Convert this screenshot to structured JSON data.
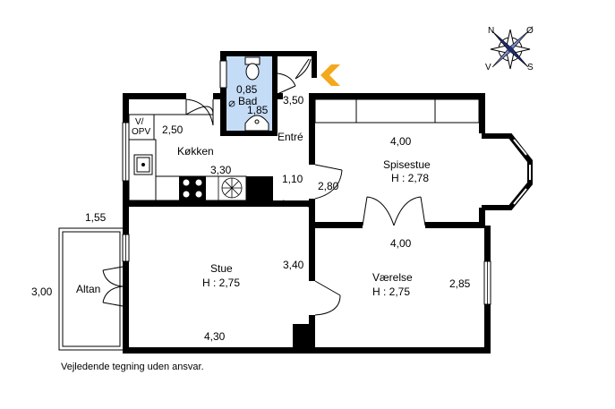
{
  "rooms": {
    "bad": {
      "name": "Bad",
      "w": "0,85",
      "h": "1,85"
    },
    "entre": {
      "name": "Entré",
      "dim": "3,50"
    },
    "kokken": {
      "name": "Køkken",
      "w": "3,30",
      "h": "2,50"
    },
    "vopv": {
      "line1": "V/",
      "line2": "OPV"
    },
    "spisestue": {
      "name": "Spisestue",
      "height": "H : 2,78",
      "w": "4,00",
      "h": "2,80"
    },
    "stue": {
      "name": "Stue",
      "height": "H : 2,75",
      "w": "4,30",
      "h": "3,40"
    },
    "vaerelse": {
      "name": "Værelse",
      "height": "H : 2,75",
      "w": "4,00",
      "h": "2,85"
    },
    "altan": {
      "name": "Altan",
      "w": "1,55",
      "h": "3,00"
    },
    "hall": {
      "dim": "1,10"
    }
  },
  "compass": {
    "n": "N",
    "s": "S",
    "o": "Ø",
    "v": "V"
  },
  "colors": {
    "wall": "#000000",
    "bath": "#c5dcf7",
    "entry_arrow": "#f4a81d"
  },
  "disclaimer": "Vejledende tegning uden ansvar."
}
